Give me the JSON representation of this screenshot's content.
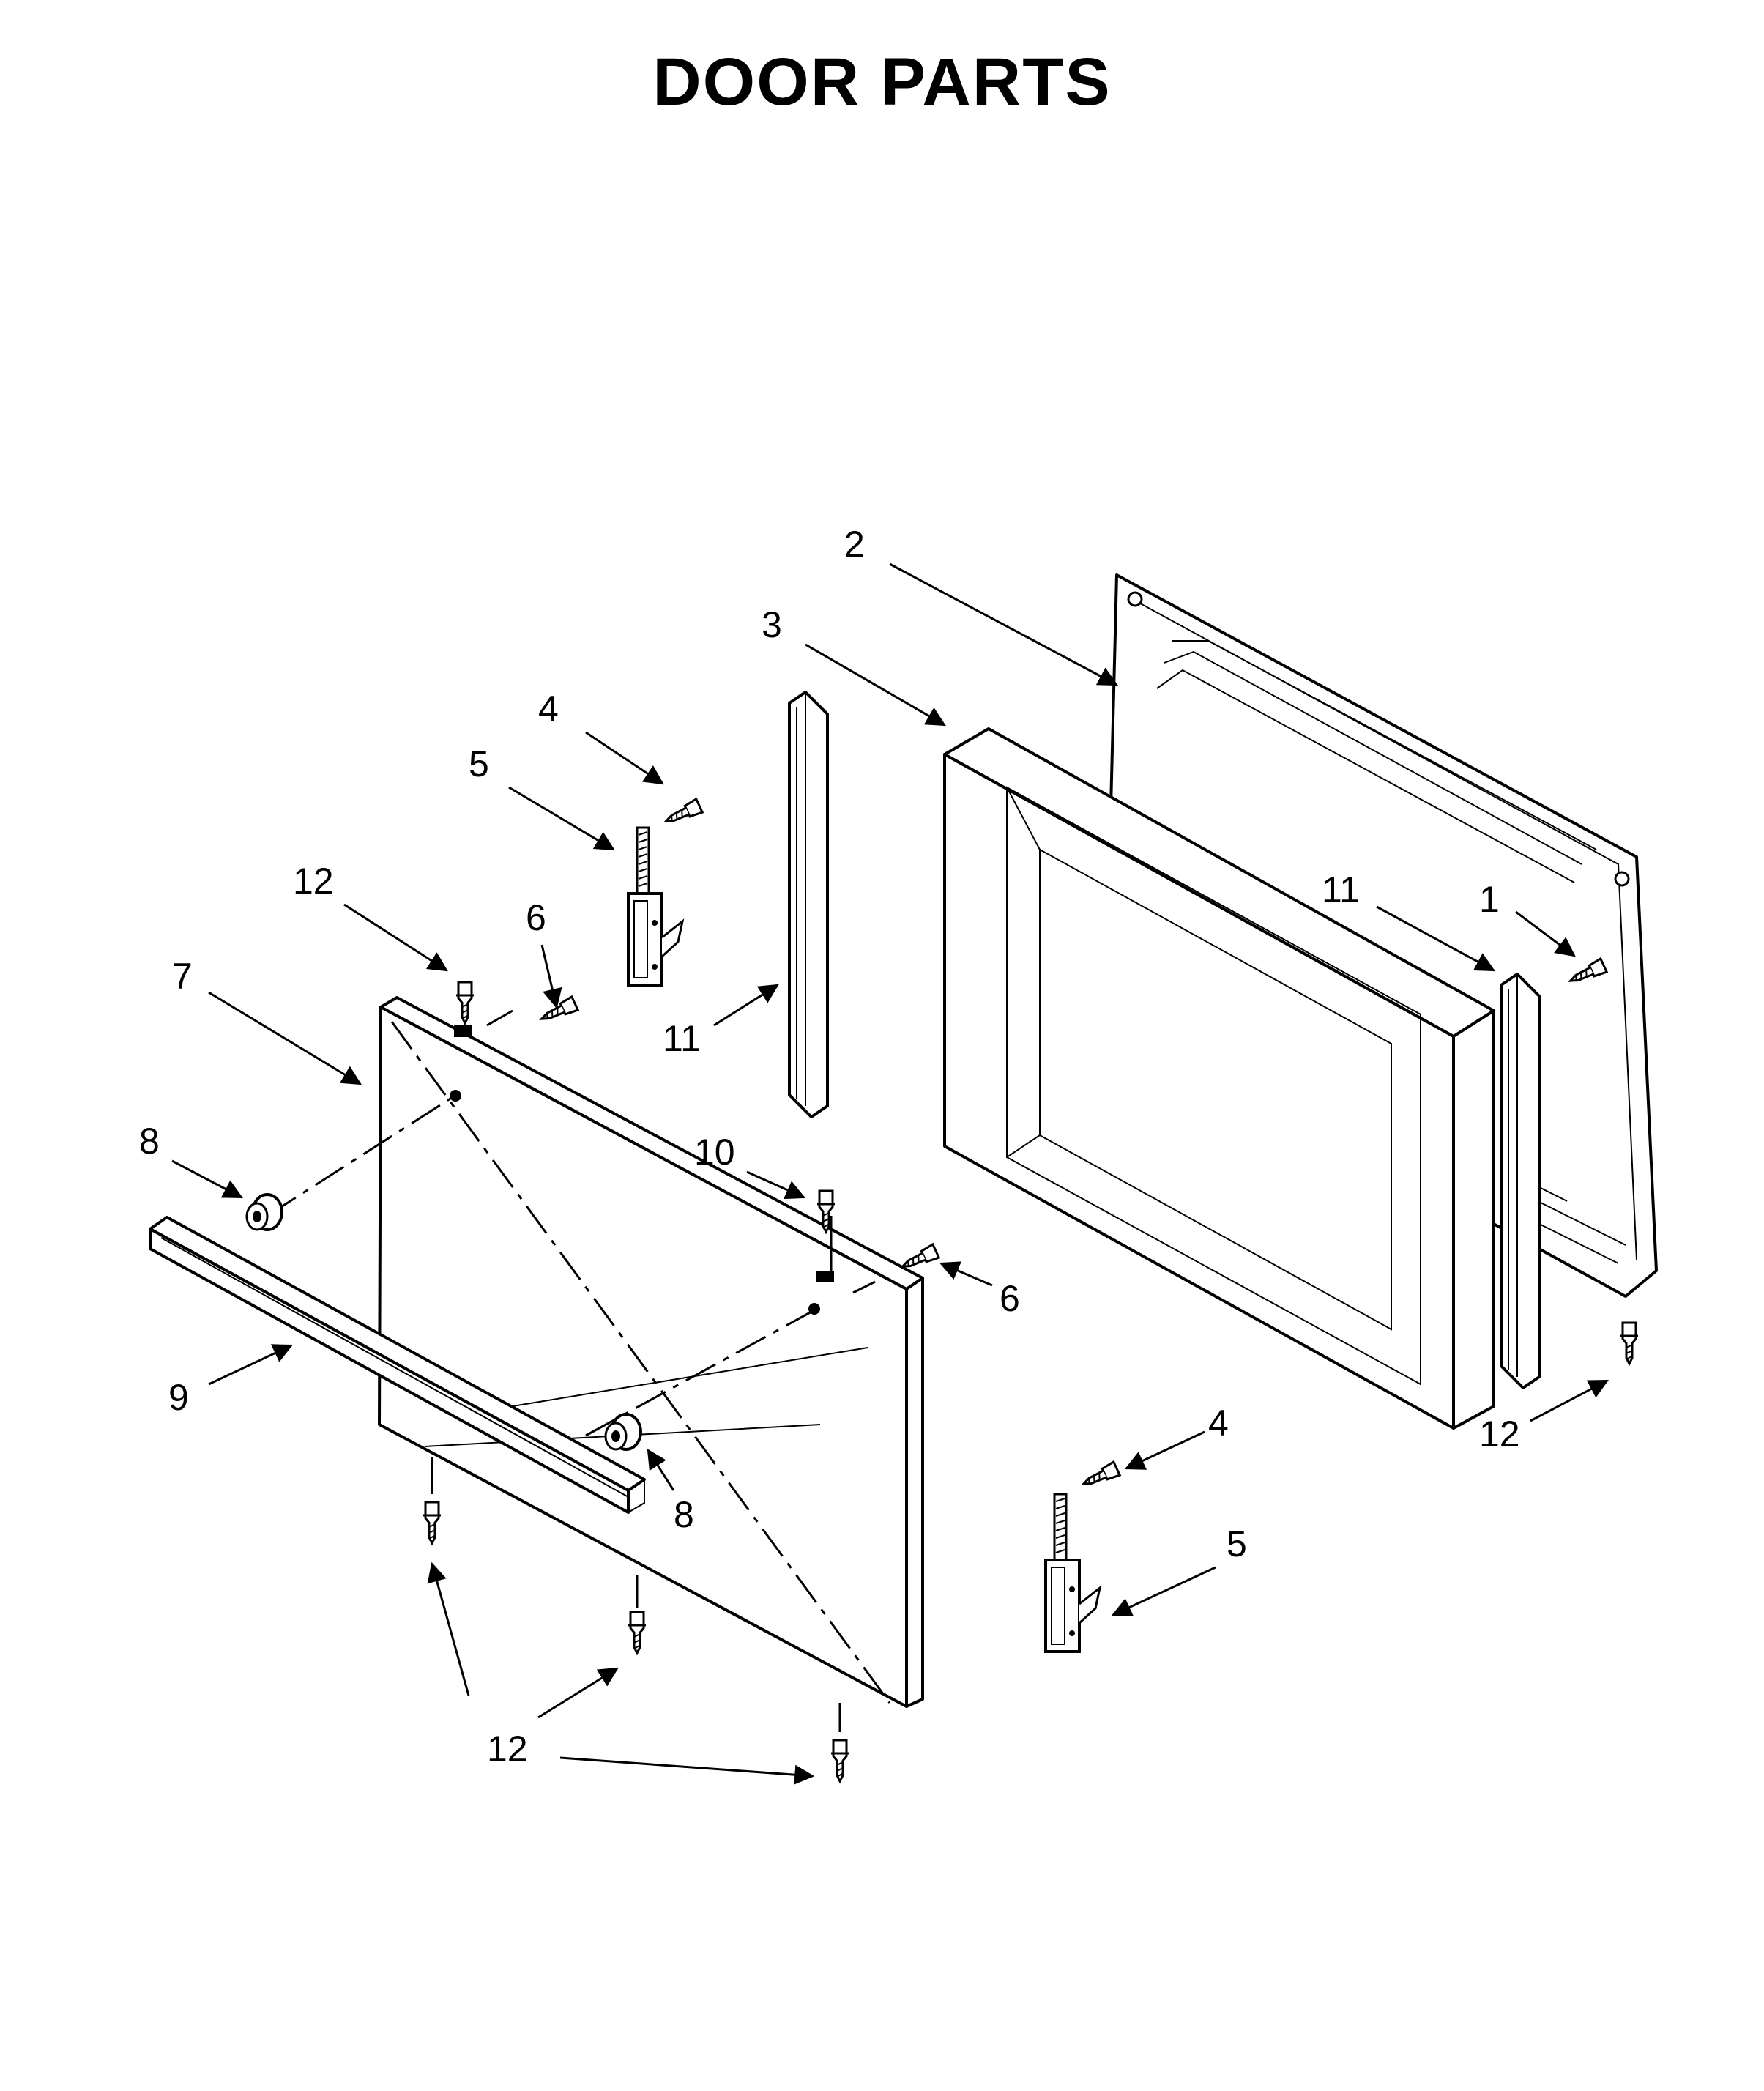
{
  "title": "DOOR PARTS",
  "callouts": {
    "c1": "1",
    "c2": "2",
    "c3": "3",
    "c4a": "4",
    "c4b": "4",
    "c5a": "5",
    "c5b": "5",
    "c6a": "6",
    "c6b": "6",
    "c7": "7",
    "c8a": "8",
    "c8b": "8",
    "c9": "9",
    "c10": "10",
    "c11a": "11",
    "c11b": "11",
    "c12a": "12",
    "c12b": "12",
    "c12c": "12"
  }
}
